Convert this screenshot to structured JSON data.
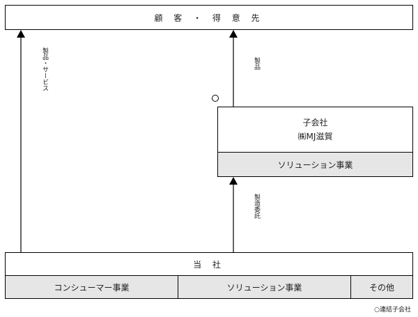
{
  "customers": {
    "label": "顧 客 ・ 得 意 先"
  },
  "subsidiary": {
    "line1": "子会社",
    "line2": "㈱MJ滋賀",
    "segment": "ソリューション事業",
    "marker": "○"
  },
  "company": {
    "label": "当 社",
    "segments": [
      "コンシューマー事業",
      "ソリューション事業",
      "その他"
    ]
  },
  "flows": {
    "left": "製品・サービス",
    "right_top": "製品",
    "right_bottom": "製造委託"
  },
  "legend": "○連結子会社"
}
